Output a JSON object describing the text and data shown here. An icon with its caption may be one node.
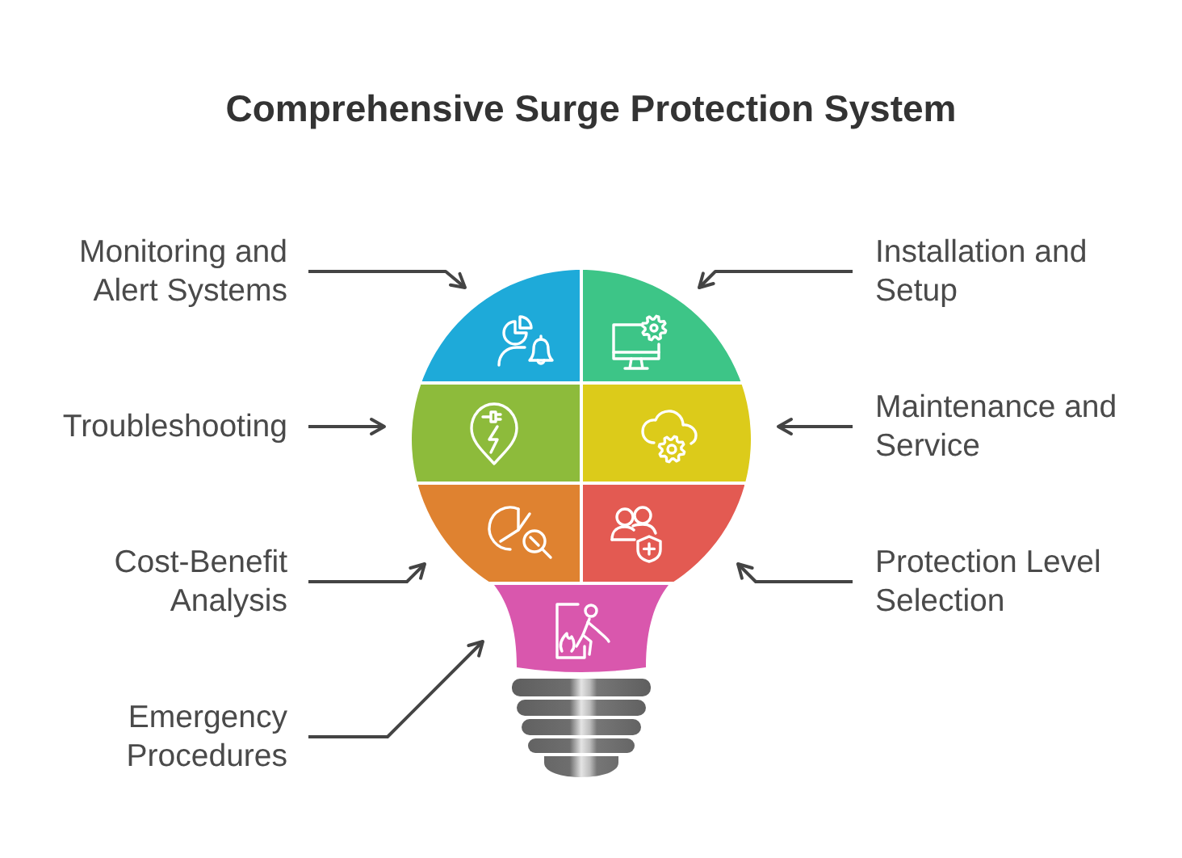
{
  "diagram": {
    "title": "Comprehensive Surge Protection System",
    "nodes": [
      {
        "text": [
          "Monitoring and Alert Systems"
        ]
      },
      {
        "text": [],
        "shape": "box"
      },
      {
        "text": [],
        "shape": "box"
      },
      {
        "text": [
          "Installation and Setup"
        ]
      },
      {
        "text": [
          "Troubleshooting"
        ]
      },
      {
        "text": [],
        "shape": "box"
      },
      {
        "text": [],
        "shape": "box"
      },
      {
        "text": [
          "Maintenance and Service"
        ]
      },
      {
        "text": [
          "Cost-Benefit Analysis"
        ]
      },
      {
        "text": [],
        "shape": "box"
      },
      {
        "text": [],
        "shape": "box"
      },
      {
        "text": [
          "Protection Level Selection"
        ]
      },
      {
        "text": [],
        "shape": "box"
      },
      {
        "text": [
          "Emergency Procedures"
        ]
      }
    ],
    "edges": [
      {
        "from": 0,
        "to": 1,
        "arrow": "to"
      },
      {
        "from": 3,
        "to": 2,
        "arrow": "to"
      },
      {
        "from": 4,
        "to": 5,
        "arrow": "to"
      },
      {
        "from": 7,
        "to": 6,
        "arrow": "to"
      },
      {
        "from": 8,
        "to": 9,
        "arrow": "to"
      },
      {
        "from": 11,
        "to": 10,
        "arrow": "to"
      },
      {
        "from": 13,
        "to": 12,
        "arrow": "to"
      }
    ]
  }
}
